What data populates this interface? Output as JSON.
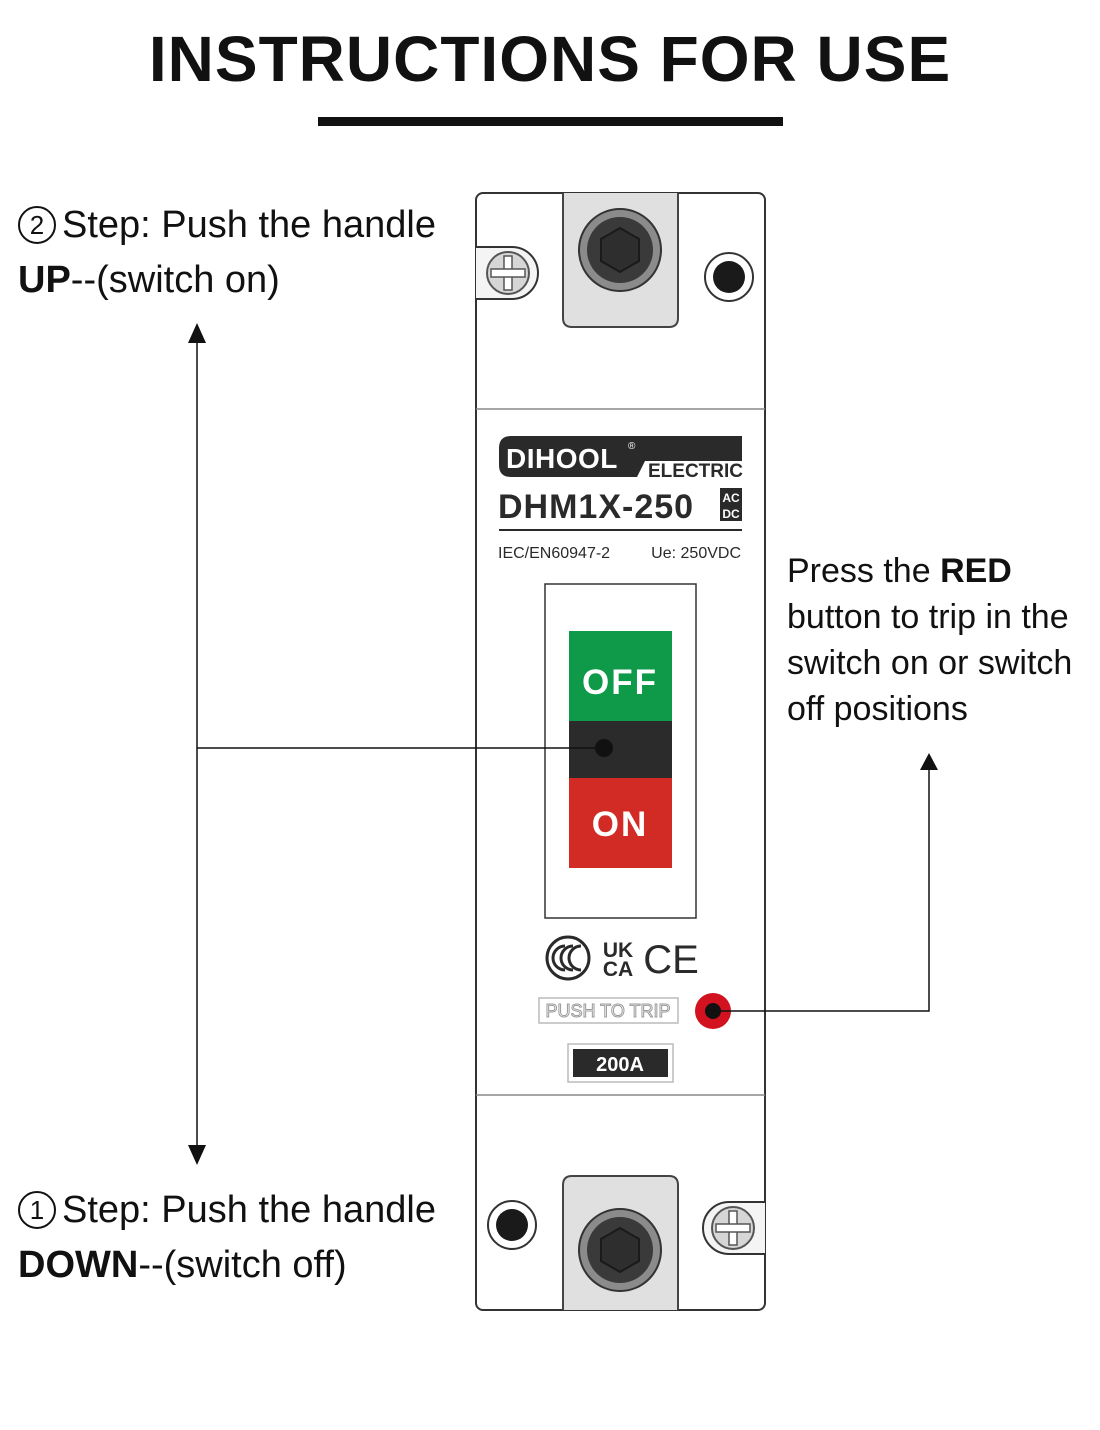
{
  "header": {
    "title": "INSTRUCTIONS FOR USE"
  },
  "step2": {
    "number": "2",
    "text": "Step: Push the handle",
    "direction": "UP",
    "suffix": "--(switch on)"
  },
  "step1": {
    "number": "1",
    "text": "Step: Push the handle",
    "direction": "DOWN",
    "suffix": "--(switch off)"
  },
  "trip_note": {
    "prefix": "Press the ",
    "highlight": "RED",
    "rest": " button to trip in the switch on or switch off positions"
  },
  "breaker": {
    "brand": "DIHOOL",
    "registered": "®",
    "brand_sub": "ELECTRIC",
    "model": "DHM1X-250",
    "acdc_top": "AC",
    "acdc_bottom": "DC",
    "standard": "IEC/EN60947-2",
    "voltage": "Ue: 250VDC",
    "handle_off": "OFF",
    "handle_on": "ON",
    "cert_uk": "UK",
    "cert_ca": "CA",
    "cert_ce": "CE",
    "push_to_trip": "PUSH TO TRIP",
    "rating": "200A"
  },
  "colors": {
    "off_green": "#0e9a48",
    "on_red": "#d22b26",
    "trip_red": "#d2121e",
    "handle_dark": "#2b2b2b",
    "terminal_grey": "#e0e0e0"
  },
  "icons": [
    "hex-bolt-icon",
    "cross-screw-icon",
    "mount-hole-icon",
    "ccc-cert-icon",
    "ukca-cert-icon",
    "ce-cert-icon",
    "arrow-up-icon",
    "arrow-down-icon"
  ]
}
